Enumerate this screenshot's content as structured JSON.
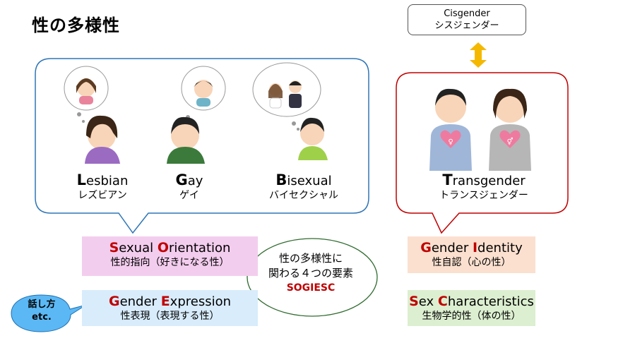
{
  "title": "性の多様性",
  "cisgender": {
    "en": "Cisgender",
    "ja": "シスジェンダー"
  },
  "identities": [
    {
      "initial": "L",
      "rest": "esbian",
      "ja": "レズビアン"
    },
    {
      "initial": "G",
      "rest": "ay",
      "ja": "ゲイ"
    },
    {
      "initial": "B",
      "rest": "isexual",
      "ja": "バイセクシャル"
    },
    {
      "initial": "T",
      "rest": "ransgender",
      "ja": "トランスジェンダー"
    }
  ],
  "elements": {
    "so": {
      "w1i": "S",
      "w1r": "exual ",
      "w2i": "O",
      "w2r": "rientation",
      "ja": "性的指向（好きになる性）"
    },
    "ge": {
      "w1i": "G",
      "w1r": "ender ",
      "w2i": "E",
      "w2r": "xpression",
      "ja": "性表現（表現する性）"
    },
    "gi": {
      "w1i": "G",
      "w1r": "ender ",
      "w2i": "I",
      "w2r": "dentity",
      "ja": "性自認（心の性）"
    },
    "sc": {
      "w1i": "S",
      "w1r": "ex ",
      "w2i": "C",
      "w2r": "haracteristics",
      "ja": "生物学的性（体の性）"
    }
  },
  "center": {
    "line1": "性の多様性に",
    "line2": "関わる４つの要素",
    "keyword": "SOGIESC"
  },
  "speech": {
    "line1": "話し方",
    "line2": "etc."
  },
  "colors": {
    "accent_red": "#c00000",
    "lgb_border": "#2e75b6",
    "trans_border": "#c00000",
    "arrow": "#f5b800",
    "so_bg": "#f3cdee",
    "ge_bg": "#d8ecfb",
    "gi_bg": "#fbe0cf",
    "sc_bg": "#dcefd0",
    "speech_bg": "#5bb8f5"
  }
}
